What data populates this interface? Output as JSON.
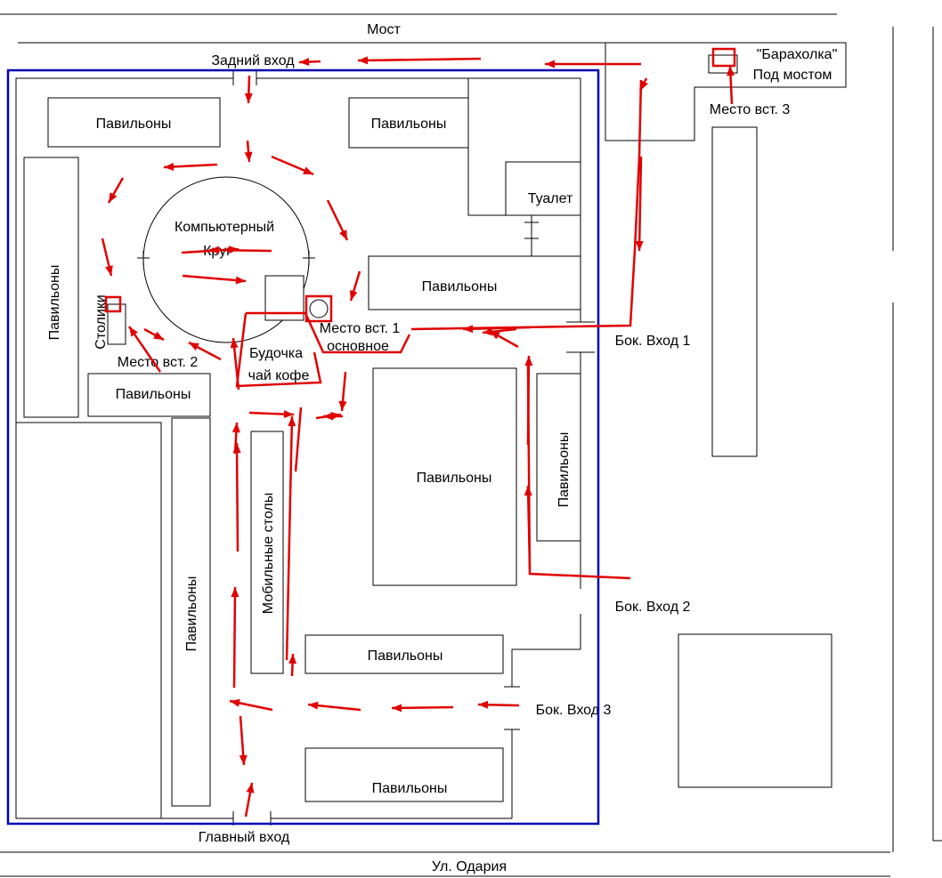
{
  "labels": {
    "bridge": "Мост",
    "back_entrance": "Задний вход",
    "flea_market": "\"Барахолка\"",
    "under_bridge": "Под мостом",
    "spot3": "Место вст. 3",
    "pavilions": "Павильоны",
    "toilet": "Туалет",
    "computer_circle_1": "Компьютерный",
    "computer_circle_2": "Круг",
    "tables": "Столики",
    "spot2": "Место вст. 2",
    "spot1_a": "Место вст. 1",
    "spot1_b": "основное",
    "kiosk_1": "Будочка",
    "kiosk_2": "чай кофе",
    "side_entrance_1": "Бок. Вход 1",
    "side_entrance_2": "Бок. Вход 2",
    "side_entrance_3": "Бок. Вход 3",
    "mobile_tables": "Мобильные столы",
    "main_entrance": "Главный вход",
    "street": "Ул. Одария"
  },
  "colors": {
    "route": "#e00000",
    "market_boundary": "#0000b4",
    "lines": "#000000"
  }
}
